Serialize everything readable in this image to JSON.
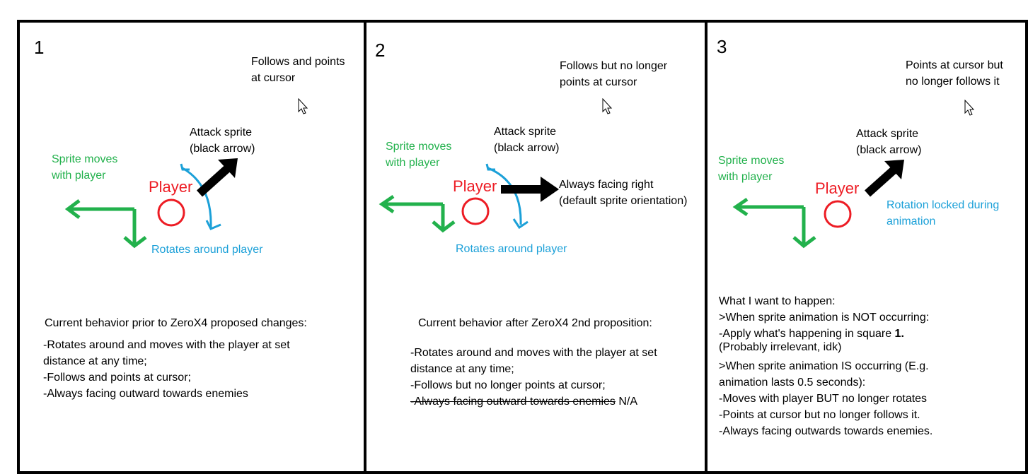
{
  "panels": [
    {
      "number": "1",
      "cursor_label": [
        "Follows and points",
        "at cursor"
      ],
      "attack_label": [
        "Attack sprite",
        "(black arrow)"
      ],
      "move_label": [
        "Sprite moves",
        "with player"
      ],
      "player_label": "Player",
      "rotate_label": "Rotates around player",
      "heading": "Current behavior prior to ZeroX4 proposed changes:",
      "lines": [
        "-Rotates around and moves with the player at set",
        "distance at any time;",
        "-Follows and points at cursor;",
        "-Always facing outward towards enemies"
      ]
    },
    {
      "number": "2",
      "cursor_label": [
        "Follows but no longer",
        "points at cursor"
      ],
      "attack_label": [
        "Attack sprite",
        "(black arrow)"
      ],
      "move_label": [
        "Sprite moves",
        "with player"
      ],
      "player_label": "Player",
      "facing_label": [
        "Always facing right",
        "(default sprite orientation)"
      ],
      "rotate_label": "Rotates around player",
      "heading": "Current behavior after ZeroX4 2nd proposition:",
      "lines": [
        "-Rotates around and moves with the player at set",
        "distance at any time;",
        "-Follows but no longer points at cursor;"
      ],
      "struck_line": "-Always facing outward towards enemies",
      "struck_suffix": " N/A"
    },
    {
      "number": "3",
      "cursor_label": [
        "Points at cursor but",
        "no longer follows it"
      ],
      "attack_label": [
        "Attack sprite",
        "(black arrow)"
      ],
      "move_label": [
        "Sprite moves",
        "with player"
      ],
      "player_label": "Player",
      "locked_label": [
        "Rotation locked during",
        "animation"
      ],
      "lines": [
        "What I want to happen:",
        ">When sprite animation is NOT occurring:",
        "(Probably irrelevant, idk)",
        ">When sprite animation IS occurring (E.g.",
        "animation lasts 0.5 seconds):",
        "-Moves with player BUT no longer rotates",
        "-Points at cursor but no longer follows it.",
        "-Always facing outwards towards enemies."
      ],
      "apply_prefix": "-Apply what's happening in square ",
      "apply_bold": "1."
    }
  ],
  "colors": {
    "green": "#22b14c",
    "blue": "#1ba0d8",
    "red": "#ed1c24",
    "black": "#000000"
  }
}
